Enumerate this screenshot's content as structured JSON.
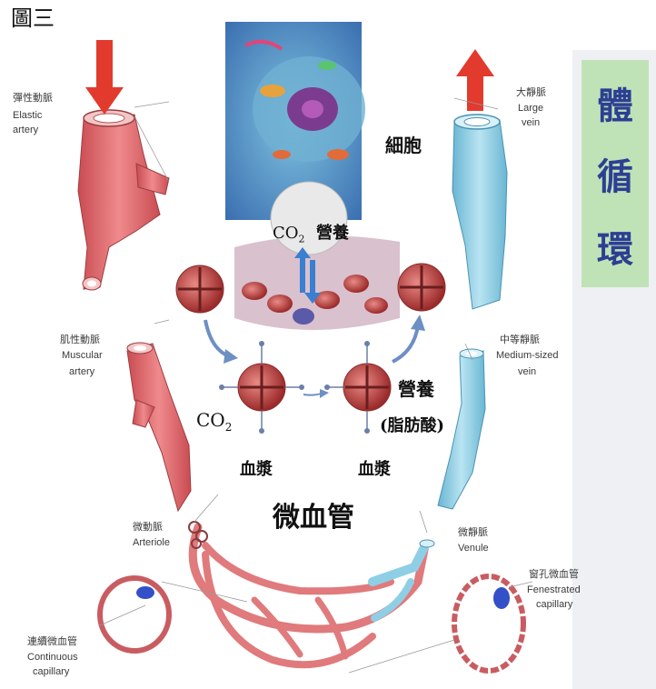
{
  "figure_label": "圖三",
  "title_chars": [
    "體",
    "循",
    "環"
  ],
  "labels": {
    "elastic_artery_zh": "彈性動脈",
    "elastic_artery_en1": "Elastic",
    "elastic_artery_en2": "artery",
    "large_vein_zh": "大靜脈",
    "large_vein_en1": "Large",
    "large_vein_en2": "vein",
    "muscular_artery_zh": "肌性動脈",
    "muscular_artery_en1": "Muscular",
    "muscular_artery_en2": "artery",
    "medium_vein_zh": "中等靜脈",
    "medium_vein_en1": "Medium-sized",
    "medium_vein_en2": "vein",
    "arteriole_zh": "微動脈",
    "arteriole_en": "Arteriole",
    "venule_zh": "微靜脈",
    "venule_en": "Venule",
    "continuous_zh": "連續微血管",
    "continuous_en1": "Continuous",
    "continuous_en2": "capillary",
    "fenestrated_zh": "窗孔微血管",
    "fenestrated_en1": "Fenestrated",
    "fenestrated_en2": "capillary"
  },
  "center": {
    "cell": "細胞",
    "co2_top": "CO",
    "co2_top_sub": "2",
    "nutrients_top": "營養",
    "co2_left": "CO",
    "co2_left_sub": "2",
    "nutrients_right": "營養",
    "fatty_acid": "(脂肪酸)",
    "plasma_left": "血漿",
    "plasma_right": "血漿",
    "capillary": "微血管"
  },
  "colors": {
    "artery": "#e0666a",
    "vein": "#8fcfe6",
    "arrow": "#e23b2e",
    "title_bg": "#bfe3b6",
    "title_text": "#2d3f93"
  }
}
